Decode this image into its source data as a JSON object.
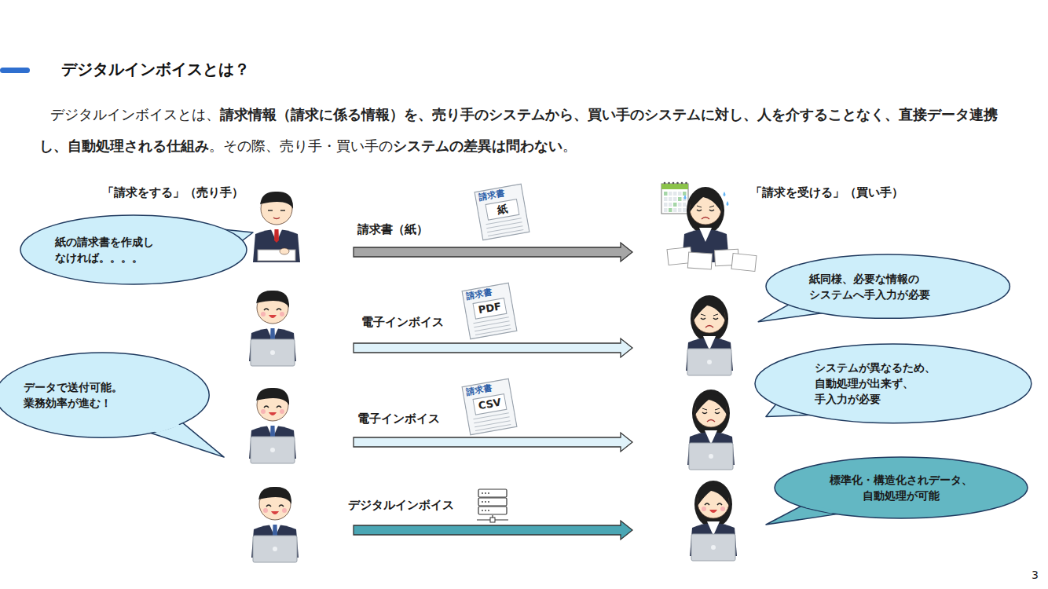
{
  "diagram": {
    "title": "デジタルインボイスとは？",
    "nodes": [
      {
        "text": [
          "紙の請求書を作成し なければ。。。。"
        ]
      },
      {
        "text": [
          "紙同様、必要な情報の システムへ手入力が必要"
        ]
      },
      {
        "text": [
          "データで送付可能。 業務効率が進む！"
        ]
      },
      {
        "text": [
          "システムが異なるため、 自動処理が出来ず、 手入力が必要"
        ]
      },
      {
        "text": [
          "標準化・構造化されデータ、 自動処理が可能"
        ]
      }
    ],
    "labels": [
      "デジタルインボイスとは、",
      "請求情報（請求に係る情報）を、売り手のシステムから、買い手のシステムに対し、人を介することなく、直接データ連携し、自動処理される仕組み",
      "。その際、売り手・買い手の",
      "システムの差異は問わない",
      "。",
      "「請求をする」（売り手）",
      "「請求を受ける」（買い手）",
      "請求書（紙）",
      "請求書",
      "紙",
      "電子インボイス",
      "請求書",
      "PDF",
      "電子インボイス",
      "請求書",
      "CSV",
      "デジタルインボイス",
      "3"
    ]
  }
}
